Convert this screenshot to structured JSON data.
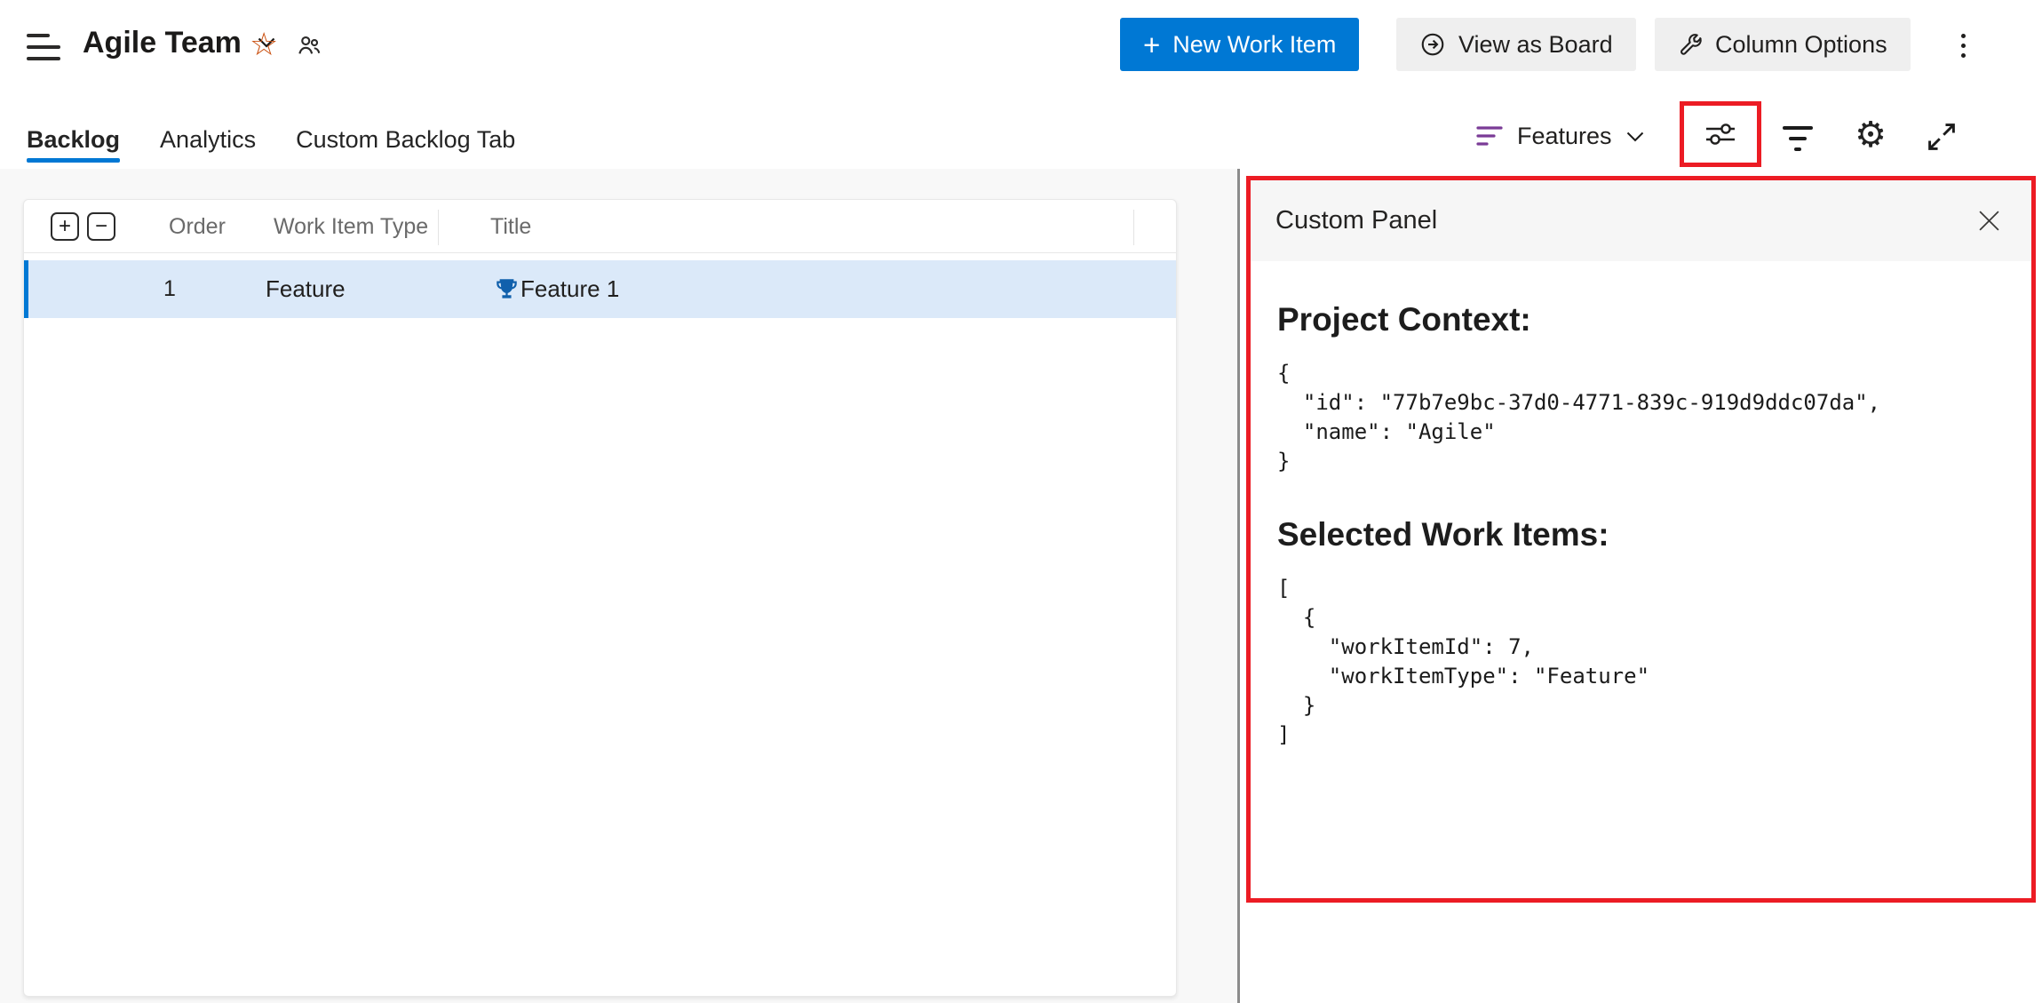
{
  "header": {
    "title": "Agile Team",
    "actions": {
      "new_work_item": "New Work Item",
      "view_as_board": "View as Board",
      "column_options": "Column Options"
    }
  },
  "tabs": [
    {
      "label": "Backlog",
      "active": true
    },
    {
      "label": "Analytics",
      "active": false
    },
    {
      "label": "Custom Backlog Tab",
      "active": false
    }
  ],
  "view_controls": {
    "backlog_level": "Features"
  },
  "backlog_grid": {
    "columns": [
      "Order",
      "Work Item Type",
      "Title"
    ],
    "rows": [
      {
        "order": "1",
        "work_item_type": "Feature",
        "title": "Feature 1",
        "selected": true
      }
    ]
  },
  "custom_panel": {
    "title": "Custom Panel",
    "sections": [
      {
        "heading": "Project Context:",
        "json": "{\n  \"id\": \"77b7e9bc-37d0-4771-839c-919d9ddc07da\",\n  \"name\": \"Agile\"\n}"
      },
      {
        "heading": "Selected Work Items:",
        "json": "[\n  {\n    \"workItemId\": 7,\n    \"workItemType\": \"Feature\"\n  }\n]"
      }
    ]
  },
  "icons": {
    "plus": "+",
    "minus": "−",
    "gear": "⚙",
    "star": "☆"
  },
  "colors": {
    "accent": "#0078d4",
    "red_highlight": "#ec1c24",
    "purple_level": "#7a3b96",
    "star_orange": "#ca5010",
    "feature_icon_blue": "#1060ac",
    "selected_row_bg": "#dbe9f9",
    "page_gray": "#f8f8f8",
    "panel_header_gray": "#f6f6f6",
    "divider_gray": "#8c8c8c",
    "text_primary": "#201f1e",
    "text_secondary": "#6a6a6a",
    "button_gray": "#efefef"
  }
}
